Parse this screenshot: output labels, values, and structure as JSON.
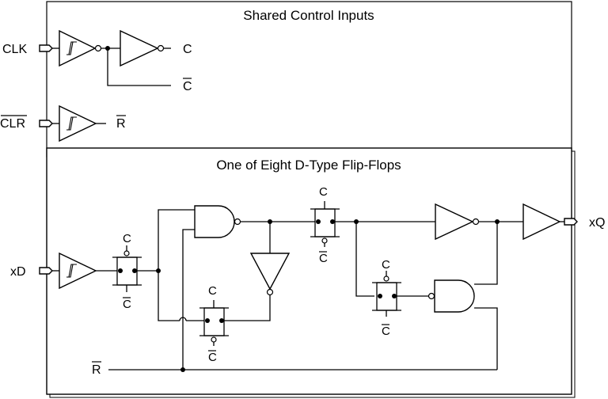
{
  "shared_block": {
    "title": "Shared Control Inputs"
  },
  "ff_block": {
    "title": "One of Eight D-Type Flip-Flops"
  },
  "pins": {
    "clk": "CLK",
    "clr": "CLR",
    "d": "xD",
    "q": "xQ",
    "r": "R"
  },
  "signals": {
    "c": "C",
    "c_bar": "C",
    "r": "R"
  },
  "overbar": {
    "clr": true,
    "c_bar": true,
    "r": true
  }
}
